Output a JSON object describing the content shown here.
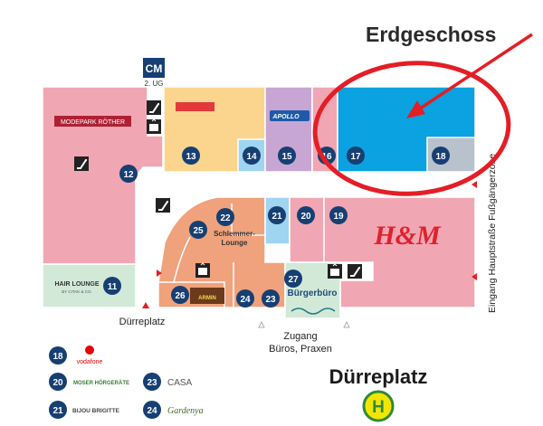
{
  "floor_title": "Erdgeschoss",
  "parking": {
    "label": "CM",
    "level": "2. UG"
  },
  "shops": {
    "modepark": "MODEPARK RÖTHER",
    "hair_lounge": "HAIR LOUNGE",
    "hair_lounge_sub": "BY CITAK & CO.",
    "apollo": "APOLLO",
    "hm": "H&M",
    "schlemmer_1": "Schlemmer-",
    "schlemmer_2": "Lounge",
    "buergerbuero": "Bürgerbüro",
    "cafe": "ARMIN",
    "buergerbuero_logo_text": "Bürgerbüro"
  },
  "unit_numbers": {
    "u11": "11",
    "u12": "12",
    "u13": "13",
    "u14": "14",
    "u15": "15",
    "u16": "16",
    "u17": "17",
    "u18": "18",
    "u19": "19",
    "u20": "20",
    "u21": "21",
    "u22": "22",
    "u23": "23",
    "u24": "24",
    "u25": "25",
    "u26": "26",
    "u27": "27"
  },
  "places": {
    "duerreplatz_label": "Dürreplatz",
    "entrance_line1": "Zugang",
    "entrance_line2": "Büros, Praxen",
    "side_street": "Eingang Hauptstraße Fußgängerzone",
    "big_duerreplatz": "Dürreplatz"
  },
  "legend": [
    {
      "num": "18",
      "brand": "vodafone"
    },
    {
      "num": "20",
      "brand": "MOSER HÖRGERÄTE"
    },
    {
      "num": "23",
      "brand": "CASA"
    },
    {
      "num": "21",
      "brand": "BIJOU BRIGITTE"
    },
    {
      "num": "24",
      "brand": "Gardenya"
    }
  ],
  "colors": {
    "pink": "#f0a7b3",
    "yellow": "#fbd58e",
    "lavender": "#c8a6d3",
    "blue": "#0aa2e0",
    "lightblue": "#9fd5f0",
    "salmon": "#f0a27c",
    "green": "#d3e9d8",
    "grey": "#b8c2cc",
    "navy": "#163f73",
    "highlight": "#e41e26"
  },
  "icons": [
    "escalator-icon",
    "elevator-icon",
    "bus-stop-icon",
    "arrow-icon"
  ]
}
